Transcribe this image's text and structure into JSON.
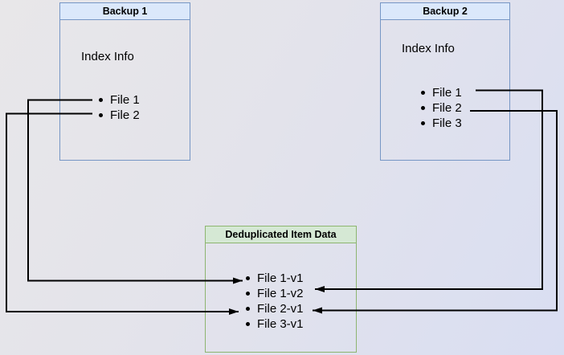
{
  "backup1": {
    "title": "Backup 1",
    "subtitle": "Index Info",
    "files": [
      "File 1",
      "File 2"
    ]
  },
  "backup2": {
    "title": "Backup 2",
    "subtitle": "Index Info",
    "files": [
      "File 1",
      "File 2",
      "File 3"
    ]
  },
  "dedup": {
    "title": "Deduplicated Item Data",
    "items": [
      "File 1-v1",
      "File 1-v2",
      "File 2-v1",
      "File 3-v1"
    ]
  },
  "edges": [
    {
      "from": "Backup 1 / File 1",
      "to": "Deduplicated Item Data / File 1-v1",
      "route": "left"
    },
    {
      "from": "Backup 1 / File 2",
      "to": "Deduplicated Item Data / File 2-v1",
      "route": "left"
    },
    {
      "from": "Backup 2 / File 1",
      "to": "Deduplicated Item Data / File 1-v2",
      "route": "right"
    },
    {
      "from": "Backup 2 / File 2",
      "to": "Deduplicated Item Data / File 2-v1",
      "route": "right"
    }
  ],
  "colors": {
    "blue_header_fill": "#dbe8fb",
    "blue_border": "#7696c5",
    "green_header_fill": "#d5e8d4",
    "green_border": "#8db570",
    "connector": "#000000",
    "text": "#000000"
  }
}
